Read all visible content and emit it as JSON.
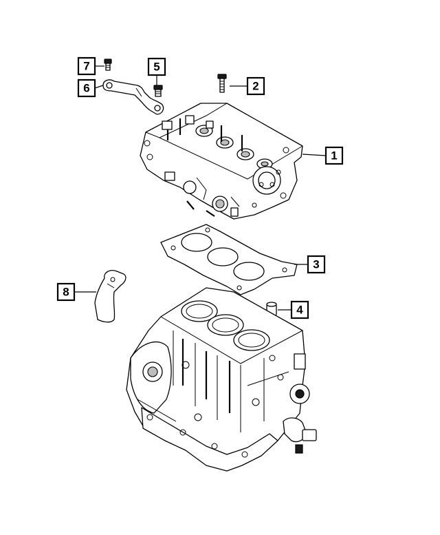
{
  "callouts": [
    {
      "id": "1",
      "label": "1",
      "part": "cylinder-head"
    },
    {
      "id": "2",
      "label": "2",
      "part": "bolt"
    },
    {
      "id": "3",
      "label": "3",
      "part": "head-gasket"
    },
    {
      "id": "4",
      "label": "4",
      "part": "dowel"
    },
    {
      "id": "5",
      "label": "5",
      "part": "bolt"
    },
    {
      "id": "6",
      "label": "6",
      "part": "bracket"
    },
    {
      "id": "7",
      "label": "7",
      "part": "bolt"
    },
    {
      "id": "8",
      "label": "8",
      "part": "cover"
    }
  ]
}
